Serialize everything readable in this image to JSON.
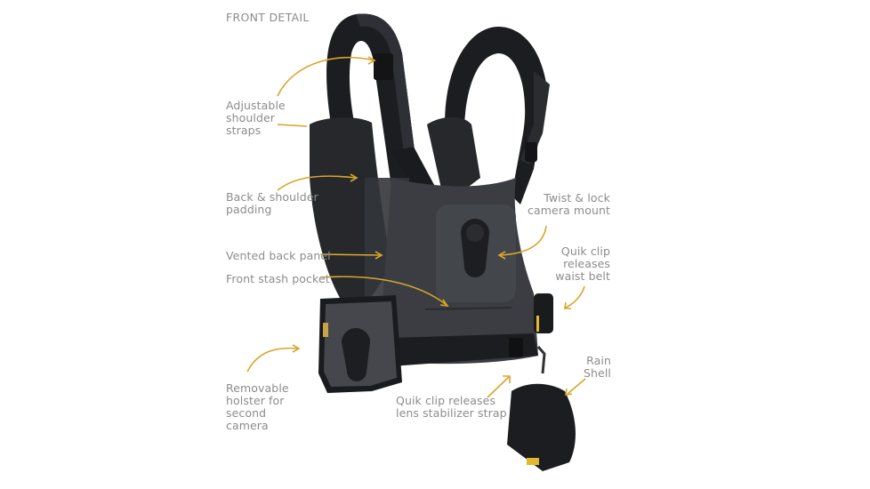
{
  "title": "FRONT DETAIL",
  "accent_color": "#d9a52b",
  "product": {
    "name": "camera harness vest",
    "colors": {
      "fabric": "#3b3d42",
      "strap": "#1c1d20",
      "clip": "#2a2b2e",
      "tag": "#e0b930"
    }
  },
  "callouts": [
    {
      "id": "shoulder-straps",
      "label": "Adjustable\nshoulder\nstraps"
    },
    {
      "id": "padding",
      "label": "Back & shoulder\npadding"
    },
    {
      "id": "vented-panel",
      "label": "Vented back panel"
    },
    {
      "id": "stash-pocket",
      "label": "Front stash pocket"
    },
    {
      "id": "holster",
      "label": "Removable\nholster for\nsecond\ncamera"
    },
    {
      "id": "camera-mount",
      "label": "Twist & lock\ncamera mount"
    },
    {
      "id": "waist-belt",
      "label": "Quik clip\nreleases\nwaist belt"
    },
    {
      "id": "rain-shell",
      "label": "Rain\nShell"
    },
    {
      "id": "lens-strap",
      "label": "Quik clip releases\nlens stabilizer strap"
    }
  ]
}
